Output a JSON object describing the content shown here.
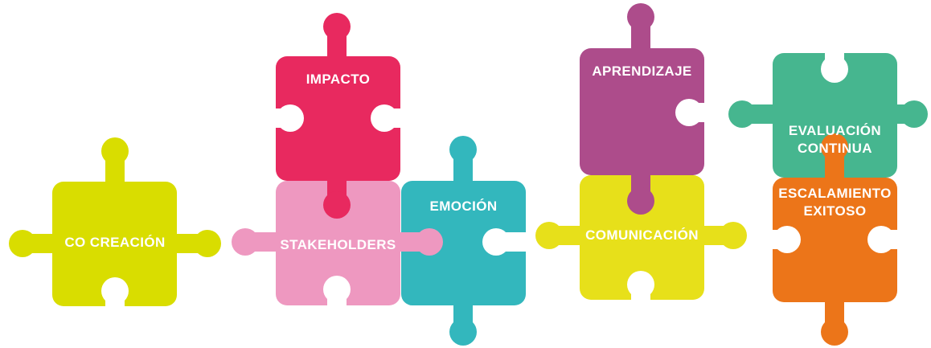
{
  "pieces": [
    {
      "id": "co-creacion",
      "label": "CO CREACIÓN",
      "color": "#d9dd00"
    },
    {
      "id": "impacto",
      "label": "IMPACTO",
      "color": "#e8295f"
    },
    {
      "id": "stakeholders",
      "label": "STAKEHOLDERS",
      "color": "#ee98c0"
    },
    {
      "id": "emocion",
      "label": "EMOCIÓN",
      "color": "#33b7bd"
    },
    {
      "id": "aprendizaje",
      "label": "APRENDIZAJE",
      "color": "#ad4c8b"
    },
    {
      "id": "comunicacion",
      "label": "COMUNICACIÓN",
      "color": "#e7e01a"
    },
    {
      "id": "evaluacion",
      "label_line1": "EVALUACIÓN",
      "label_line2": "CONTINUA",
      "color": "#46b68f"
    },
    {
      "id": "escalamiento",
      "label_line1": "ESCALAMIENTO",
      "label_line2": "EXITOSO",
      "color": "#ec7519"
    }
  ]
}
